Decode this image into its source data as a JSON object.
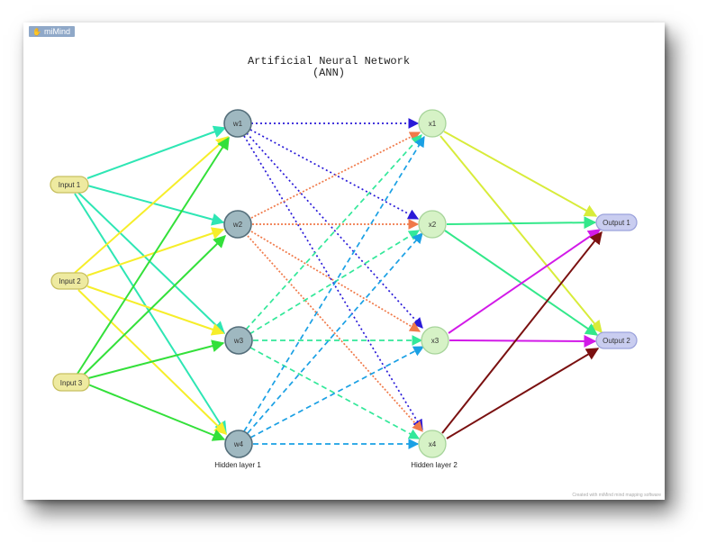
{
  "brand": {
    "name": "miMind"
  },
  "diagram": {
    "title_line1": "Artificial Neural Network",
    "title_line2": "(ANN)",
    "hidden_layer_1_label": "Hidden layer 1",
    "hidden_layer_2_label": "Hidden layer 2",
    "footer": "Created with miMind mind mapping software"
  },
  "nodes": {
    "input1": "Input 1",
    "input2": "Input 2",
    "input3": "Input 3",
    "w1": "w1",
    "w2": "w2",
    "w3": "w3",
    "w4": "w4",
    "x1": "x1",
    "x2": "x2",
    "x3": "x3",
    "x4": "x4",
    "output1": "Output 1",
    "output2": "Output 2"
  },
  "colors": {
    "input_fill": "#eeeaa0",
    "input_stroke": "#c8c060",
    "hidden1_fill": "#9fb8c0",
    "hidden1_stroke": "#546e7a",
    "hidden2_fill": "#d6f2c6",
    "hidden2_stroke": "#a6d49a",
    "output_fill": "#c9cdf0",
    "output_stroke": "#9ca3dc",
    "input1_edges": "#2ee6b4",
    "input2_edges": "#f6ee2a",
    "input3_edges": "#33e03a",
    "w1_edges": "#2a1ad8",
    "w2_edges": "#f07a4a",
    "w3_edges": "#33e89a",
    "w4_edges": "#1aa0e4",
    "x1_edges": "#d8ec3a",
    "x2_edges": "#33e88a",
    "x3_edges": "#d21ae8",
    "x4_edges": "#7a1010"
  }
}
